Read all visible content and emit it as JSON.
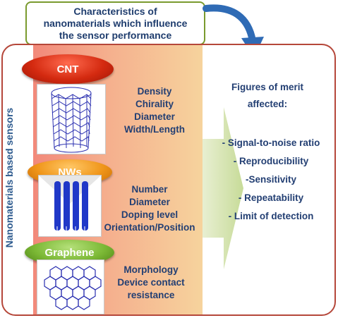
{
  "title": {
    "lines": [
      "Characteristics of",
      "nanomaterials which influence",
      "the sensor performance"
    ]
  },
  "side_label": "Nanomaterials based sensors",
  "materials": [
    {
      "name": "CNT",
      "properties": [
        "Density",
        "Chirality",
        "Diameter",
        "Width/Length"
      ],
      "color": "#d42a10"
    },
    {
      "name": "NWs",
      "properties": [
        "Number",
        "Diameter",
        "Doping level",
        "Orientation/Position"
      ],
      "color": "#f0961a"
    },
    {
      "name": "Graphene",
      "properties": [
        "Morphology",
        "Device contact",
        "resistance"
      ],
      "color": "#7cb936"
    }
  ],
  "figures_of_merit": {
    "heading": [
      "Figures of merit",
      "affected:"
    ],
    "items": [
      "- Signal-to-noise ratio",
      "- Reproducibility",
      "-Sensitivity",
      "- Repeatability",
      "- Limit of detection"
    ]
  },
  "colors": {
    "text": "#233f73",
    "frame": "#b5473a",
    "title_border": "#7a9a2e",
    "arrow": "#cfe0a6",
    "curve_arrow": "#2f6bb5"
  }
}
